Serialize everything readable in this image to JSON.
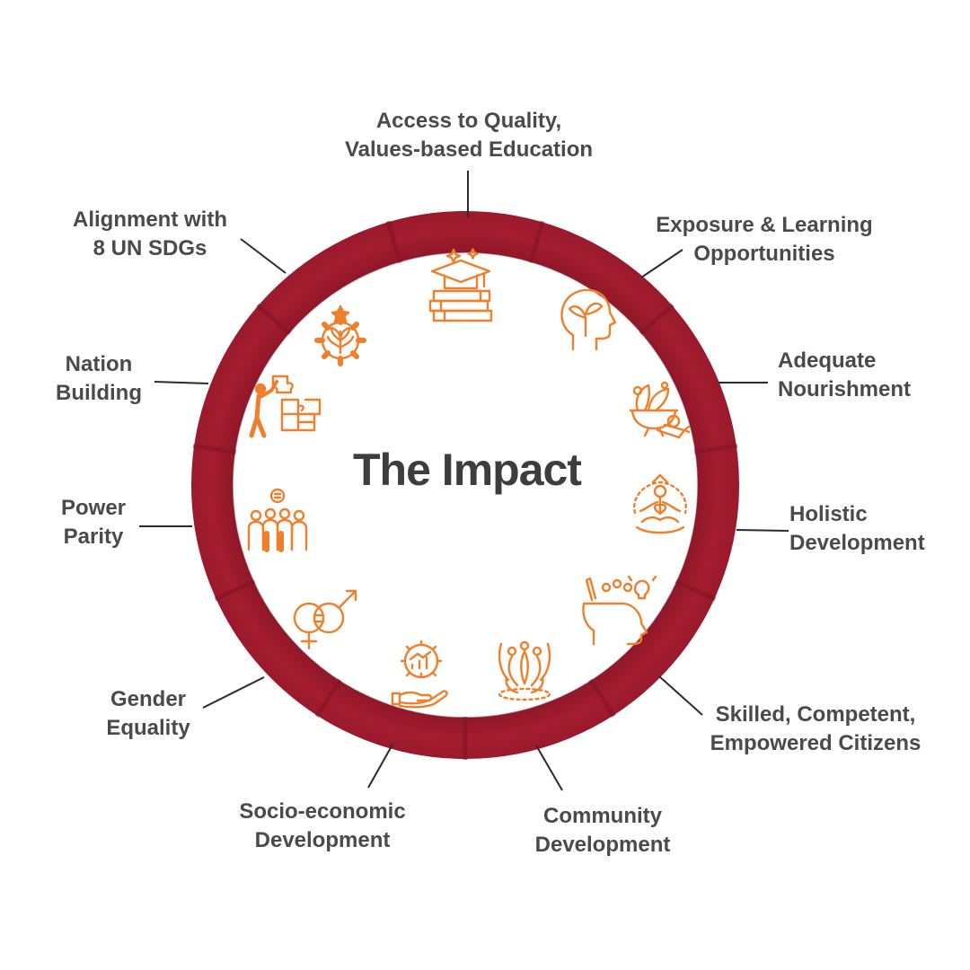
{
  "title": "The Impact",
  "colors": {
    "ring": "#a51c30",
    "ring_dark": "#7e1423",
    "icon": "#ee7f2d",
    "text": "#4a4a4a",
    "connector": "#2b2b2b"
  },
  "items": [
    {
      "id": "access-to-quality-education",
      "label": "Access to Quality,\nValues-based Education",
      "icon": "graduation-books-icon"
    },
    {
      "id": "exposure-learning-opportunities",
      "label": "Exposure & Learning\nOpportunities",
      "icon": "head-sprout-icon"
    },
    {
      "id": "adequate-nourishment",
      "label": "Adequate\nNourishment",
      "icon": "food-bowl-icon"
    },
    {
      "id": "holistic-development",
      "label": "Holistic\nDevelopment",
      "icon": "meditation-icon"
    },
    {
      "id": "skilled-competent-citizens",
      "label": "Skilled, Competent,\nEmpowered Citizens",
      "icon": "head-ideas-icon"
    },
    {
      "id": "community-development",
      "label": "Community\nDevelopment",
      "icon": "community-hands-icon"
    },
    {
      "id": "socio-economic-development",
      "label": "Socio-economic\nDevelopment",
      "icon": "hand-gear-chart-icon"
    },
    {
      "id": "gender-equality",
      "label": "Gender\nEquality",
      "icon": "gender-equality-icon"
    },
    {
      "id": "power-parity",
      "label": "Power\nParity",
      "icon": "people-equal-icon"
    },
    {
      "id": "nation-building",
      "label": "Nation\nBuilding",
      "icon": "person-puzzle-icon"
    },
    {
      "id": "alignment-un-sdgs",
      "label": "Alignment with\n8 UN SDGs",
      "icon": "gear-plant-icon"
    }
  ]
}
